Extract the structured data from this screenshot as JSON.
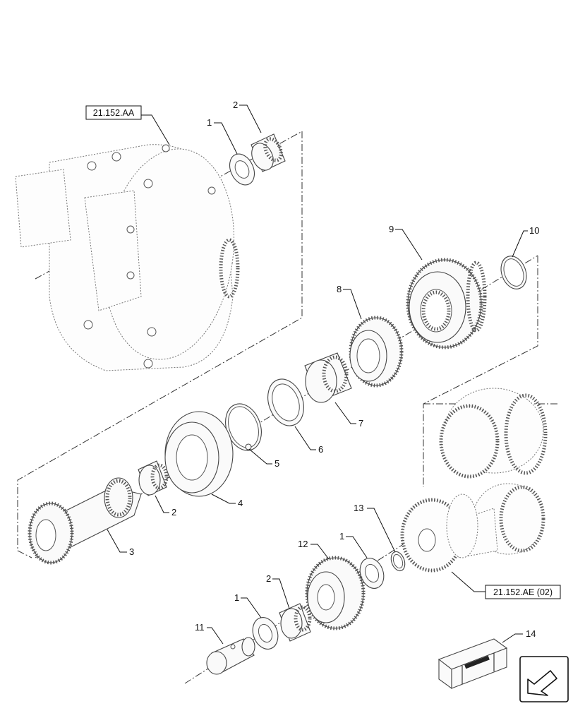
{
  "references": {
    "ref_aa": "21.152.AA",
    "ref_ae": "21.152.AE (02)"
  },
  "callouts": {
    "c1a": "1",
    "c2a": "2",
    "c9": "9",
    "c10": "10",
    "c8": "8",
    "c7": "7",
    "c6": "6",
    "c5": "5",
    "c4": "4",
    "c2b": "2",
    "c3": "3",
    "c13": "13",
    "c12": "12",
    "c1b": "1",
    "c2c": "2",
    "c1c": "1",
    "c11": "11",
    "c14": "14"
  },
  "icons": {
    "kit": "repair-kit-box-icon",
    "nav": "navigation-arrow-icon"
  }
}
